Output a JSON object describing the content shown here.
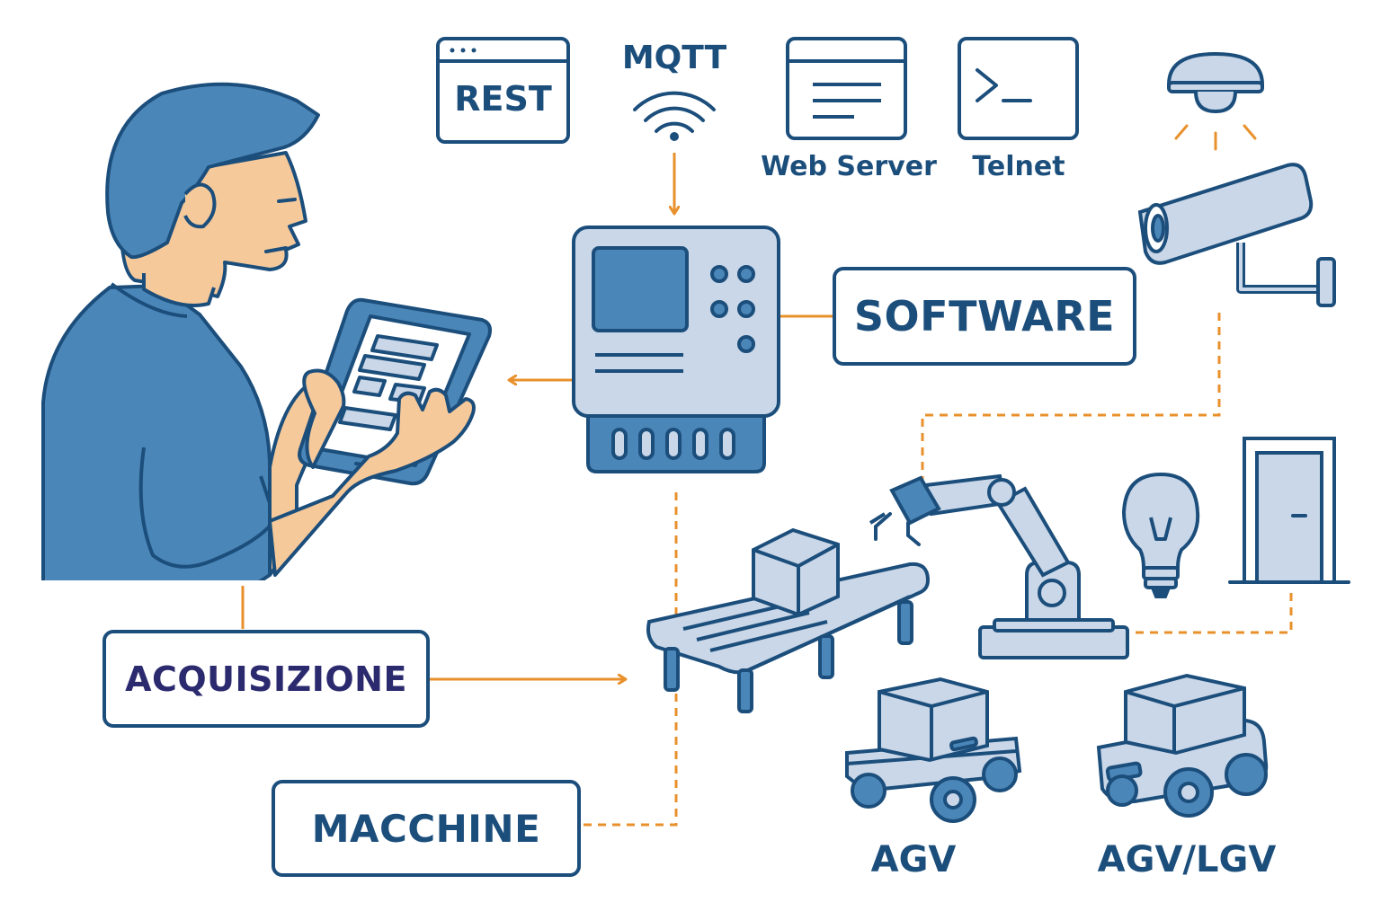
{
  "protocols": {
    "rest": "REST",
    "mqtt": "MQTT",
    "web_server": "Web Server",
    "telnet": "Telnet"
  },
  "labels": {
    "software": "SOFTWARE",
    "acquisizione": "ACQUISIZIONE",
    "macchine": "MACCHINE",
    "agv": "AGV",
    "agv_lgv": "AGV/LGV"
  },
  "colors": {
    "outline": "#1c4e7c",
    "accent": "#e8912c",
    "fill_blue": "#4a86b8",
    "fill_light": "#c9d7e8",
    "skin": "#f6c99a",
    "acquisizione_text": "#2b2a6e"
  },
  "icons": [
    "user-icon",
    "tablet-icon",
    "rest-window-icon",
    "wifi-icon",
    "web-server-icon",
    "terminal-icon",
    "gateway-device-icon",
    "security-camera-icon",
    "robot-arm-icon",
    "conveyor-belt-icon",
    "light-bulb-icon",
    "door-icon",
    "agv-icon",
    "agv-lgv-icon"
  ]
}
